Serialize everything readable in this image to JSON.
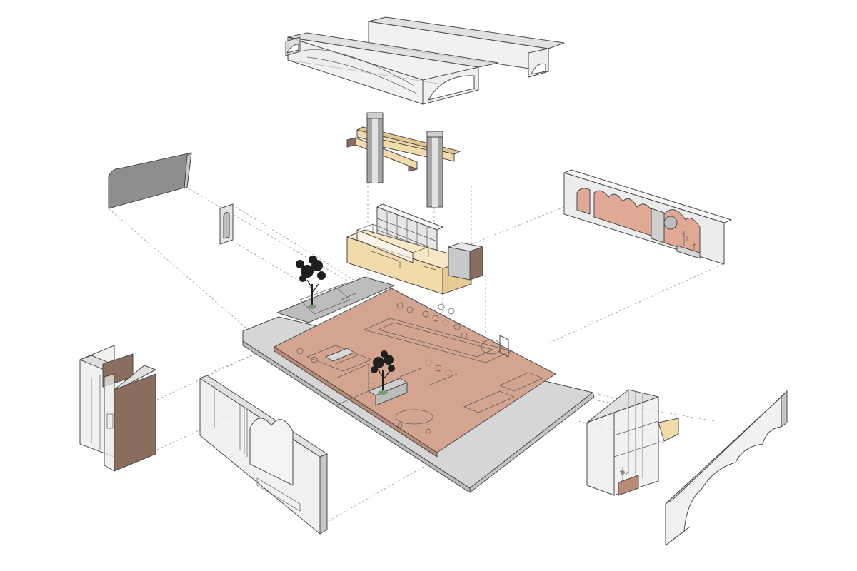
{
  "diagram": {
    "type": "exploded-axonometric",
    "colors": {
      "background": "#ffffff",
      "outline": "#4a4a4a",
      "glass_wall": "#e8e8e8",
      "floor_terracotta": "#d3a48f",
      "wall_terracotta": "#e0a995",
      "wood_furniture": "#f2dbaa",
      "dark_wood": "#8a6d5f",
      "concrete": "#d6d6d6",
      "column": "#9c9c9c",
      "tree": "#1f1f1f",
      "projection_lines": "#9a9a9a"
    },
    "components": [
      "vaulted-ceiling-modules",
      "columns-with-beams",
      "bar-counter-and-shelving",
      "left-curved-wall-panel",
      "narrow-arched-niche",
      "right-arched-wall-terracotta",
      "ground-floor-plan-slab",
      "courtyard-tree-large",
      "courtyard-tree-small",
      "left-entrance-volume",
      "left-arched-facade-wall",
      "right-tall-shelving-volume",
      "right-arched-facade-wall"
    ]
  }
}
